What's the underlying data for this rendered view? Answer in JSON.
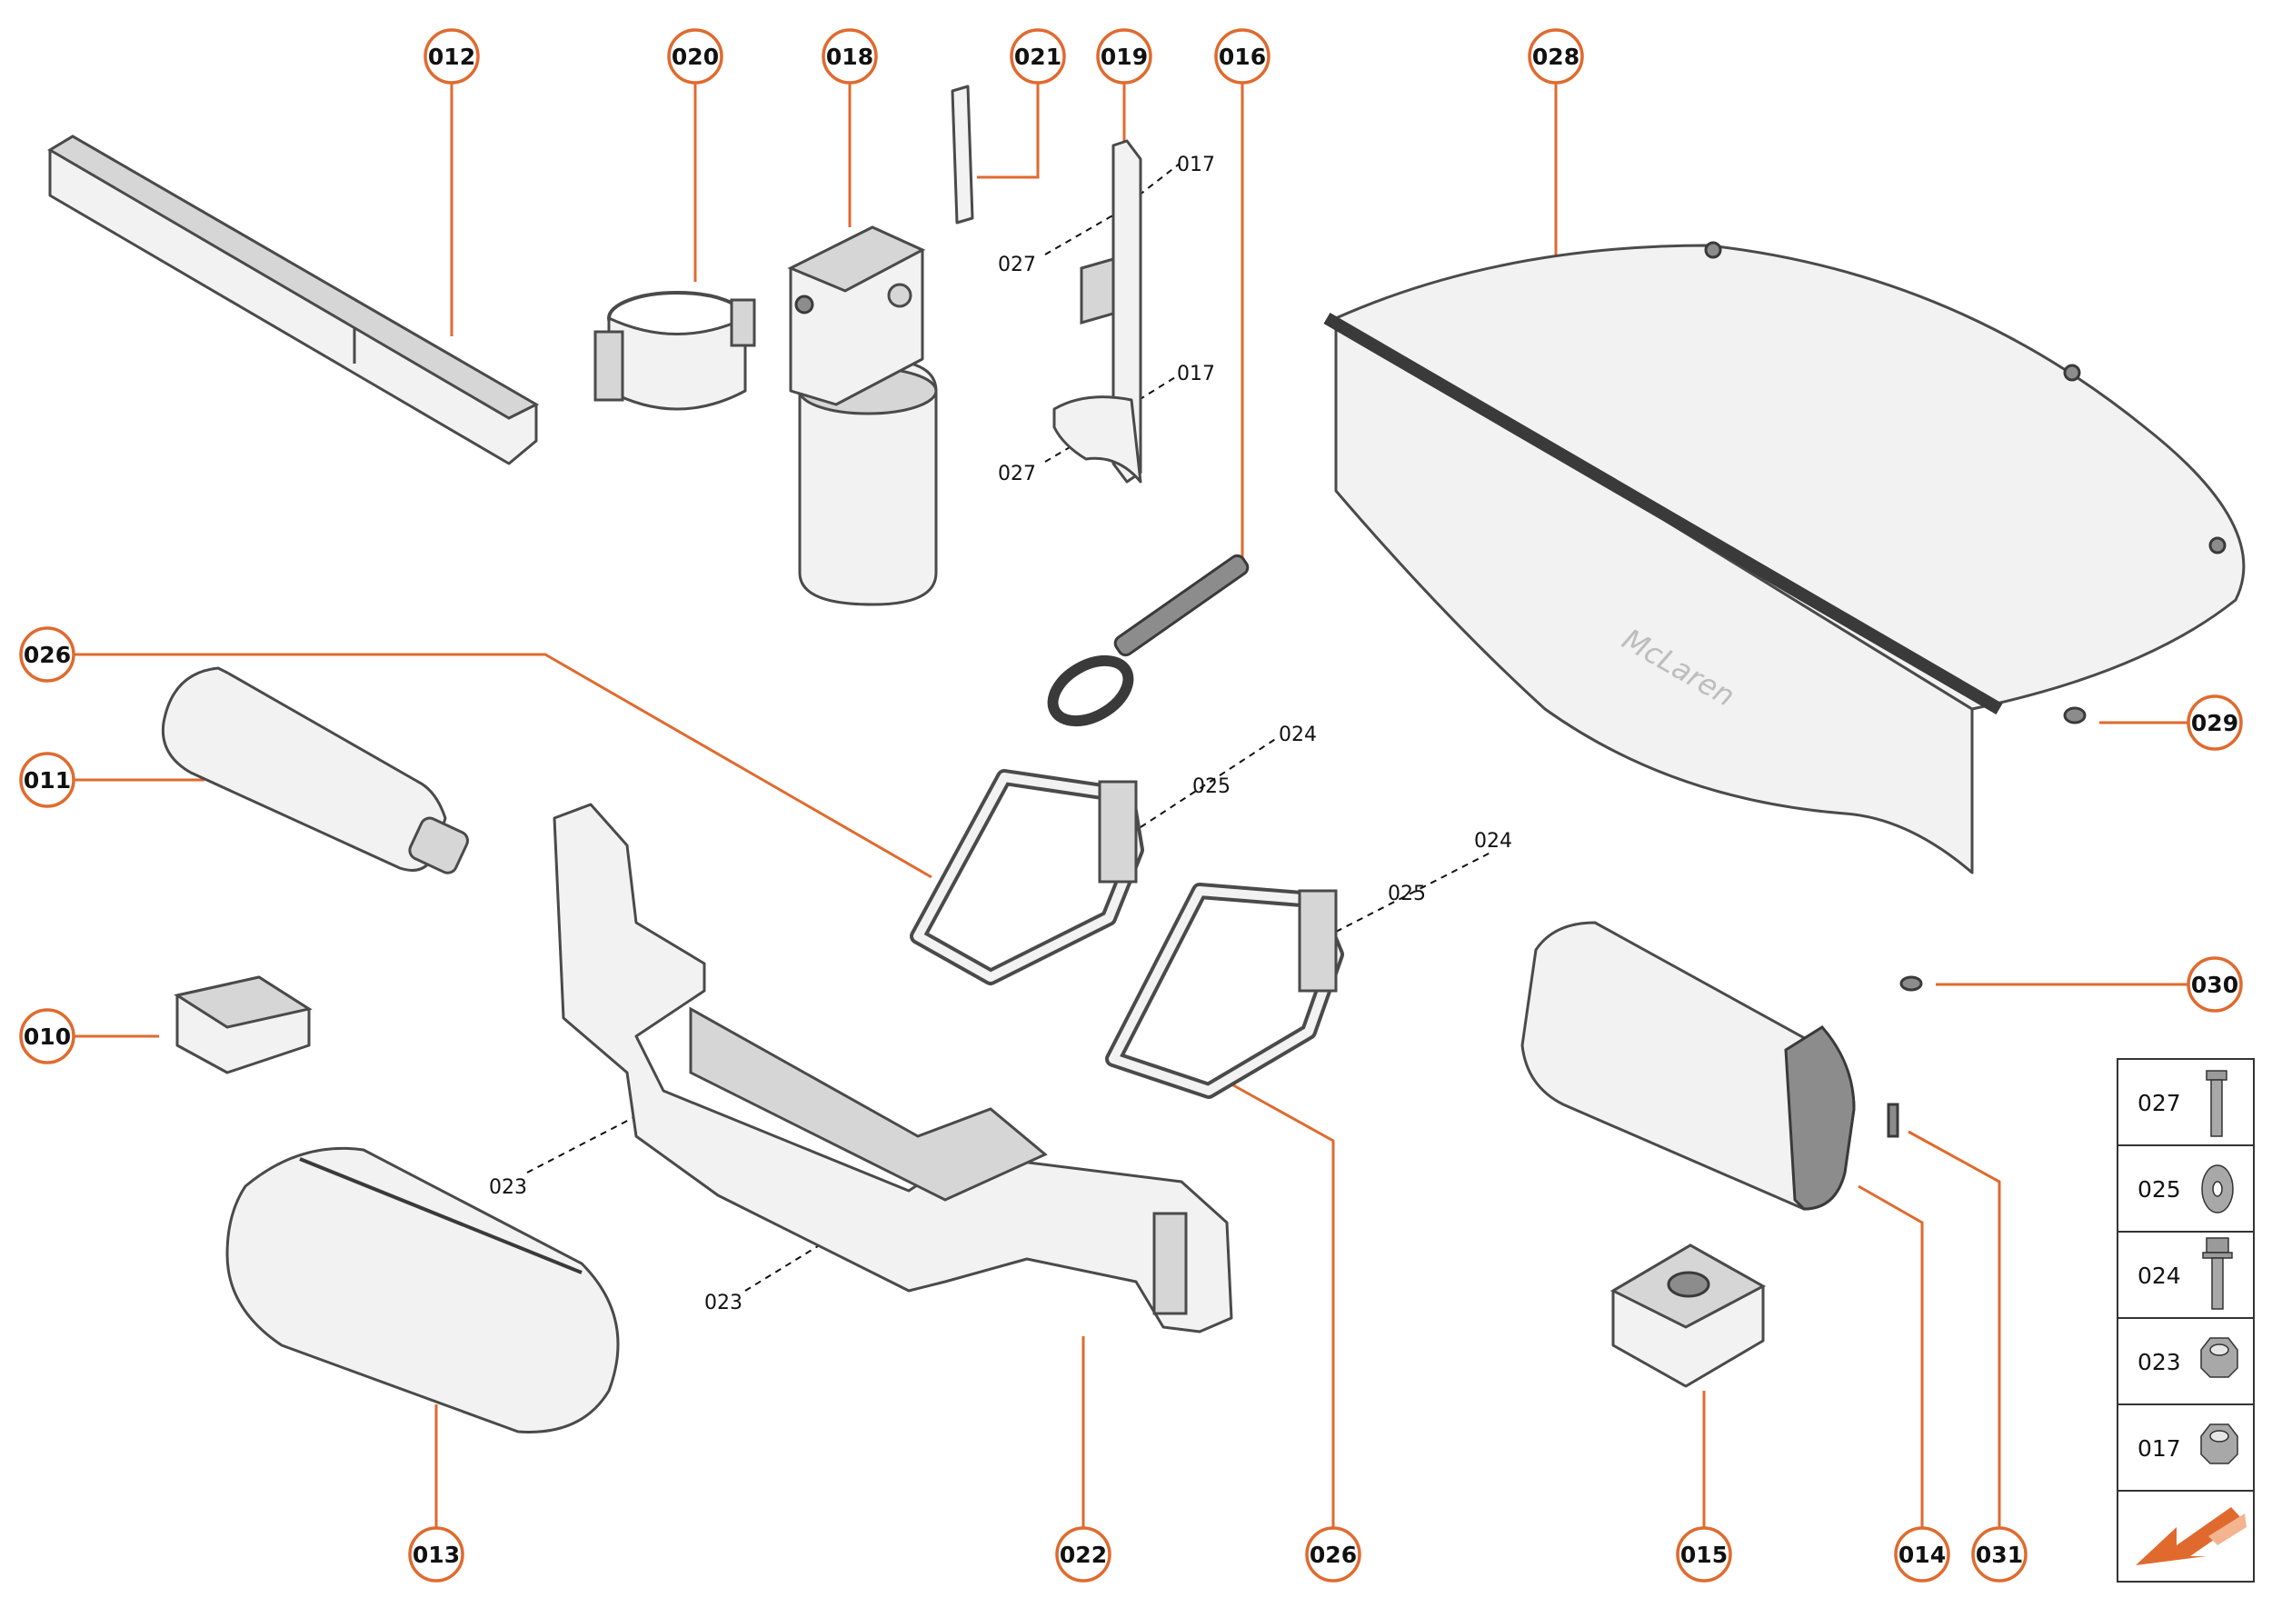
{
  "accent_color": "#e06a2e",
  "callouts": {
    "c012": "012",
    "c020": "020",
    "c018": "018",
    "c021": "021",
    "c019": "019",
    "c016": "016",
    "c028": "028",
    "c026a": "026",
    "c011": "011",
    "c010": "010",
    "c029": "029",
    "c030": "030",
    "c013": "013",
    "c022": "022",
    "c026b": "026",
    "c015": "015",
    "c014": "014",
    "c031": "031"
  },
  "sub_labels": {
    "s017a": "017",
    "s027a": "027",
    "s017b": "017",
    "s027b": "027",
    "s024a": "024",
    "s025a": "025",
    "s024b": "024",
    "s025b": "025",
    "s023a": "023",
    "s023b": "023"
  },
  "logo_text": "McLaren",
  "legend": {
    "rows": [
      {
        "code": "027",
        "icon": "bolt-icon"
      },
      {
        "code": "025",
        "icon": "washer-icon"
      },
      {
        "code": "024",
        "icon": "flange-bolt-icon"
      },
      {
        "code": "023",
        "icon": "hex-nut-icon"
      },
      {
        "code": "017",
        "icon": "hex-nut-icon"
      }
    ],
    "footer_icon": "direction-arrow-icon"
  }
}
